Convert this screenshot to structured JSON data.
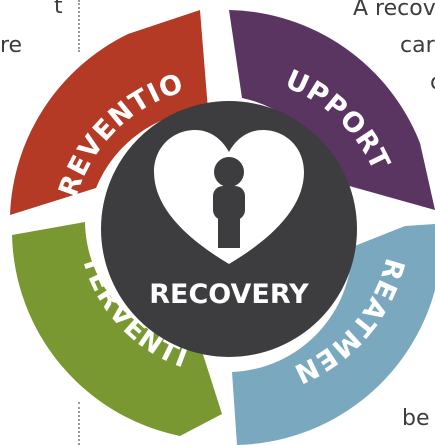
{
  "side_text": {
    "top_left": [
      "t",
      "re"
    ],
    "top_right": [
      "A recov",
      "car",
      "c"
    ],
    "bottom_right": "be"
  },
  "diagram": {
    "center": {
      "label": "RECOVERY",
      "icon": "heart-person-icon"
    },
    "segments": [
      {
        "id": "prevention",
        "label": "PREVENTION",
        "color": "#b43a25"
      },
      {
        "id": "supports",
        "label": "SUPPORTS",
        "color": "#5b3562"
      },
      {
        "id": "treatment",
        "label": "TREATMENT",
        "color": "#7aa9bf"
      },
      {
        "id": "intervention",
        "label": "INTERVENTION",
        "color": "#7a9831"
      }
    ],
    "hub_color": "#3d3d3f"
  }
}
